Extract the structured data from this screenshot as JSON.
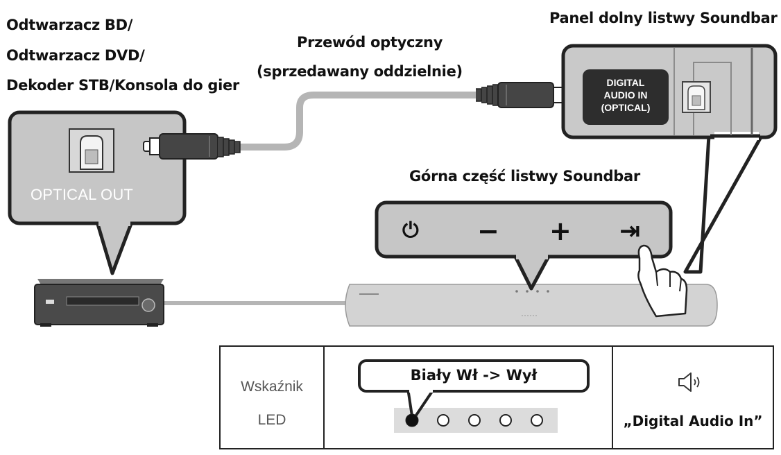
{
  "labels": {
    "source_line1": "Odtwarzacz BD/",
    "source_line2": "Odtwarzacz DVD/",
    "source_line3": "Dekoder STB/Konsola do gier",
    "cable_line1": "Przewód optyczny",
    "cable_line2": "(sprzedawany oddzielnie)",
    "bottom_panel_title": "Panel dolny listwy Soundbar",
    "top_panel_title": "Górna część listwy Soundbar",
    "optical_out": "OPTICAL OUT",
    "digital_in_line1": "DIGITAL",
    "digital_in_line2": "AUDIO IN",
    "digital_in_line3": "(OPTICAL)"
  },
  "buttons": [
    {
      "name": "power-icon",
      "symbol": "⏻"
    },
    {
      "name": "minus-icon",
      "symbol": "−"
    },
    {
      "name": "plus-icon",
      "symbol": "+"
    },
    {
      "name": "source-icon",
      "symbol": "⇥"
    }
  ],
  "table": {
    "indicator_line1": "Wskaźnik",
    "indicator_line2": "LED",
    "led_status": "Biały Wł -> Wył",
    "led_states": [
      "on",
      "off",
      "off",
      "off",
      "off"
    ],
    "voice_prompt": "„Digital Audio In”"
  },
  "colors": {
    "panel_gray": "#c6c6c6",
    "cable_gray": "#b5b5b5",
    "device_dark": "#4a4a4a",
    "soundbar_gray": "#d3d3d3",
    "label_dark": "#2d2d2d"
  }
}
